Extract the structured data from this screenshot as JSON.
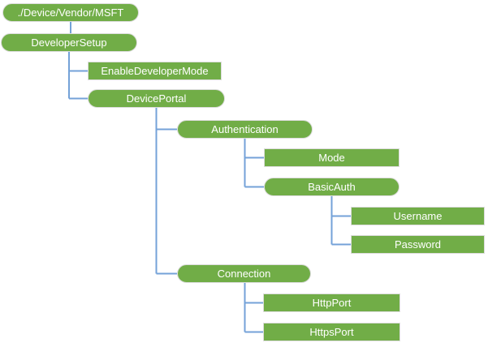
{
  "diagram": {
    "type": "tree",
    "description": "CSP node hierarchy tree diagram",
    "colors": {
      "node_fill": "#71ad47",
      "node_border": "#dcdcdc",
      "node_text": "#ffffff",
      "connector": "#74a2d8",
      "background": "#ffffff"
    },
    "nodes": {
      "msft": {
        "label": "./Device/Vendor/MSFT",
        "shape": "rounded",
        "parent": null
      },
      "devsetup": {
        "label": "DeveloperSetup",
        "shape": "rounded",
        "parent": "./Device/Vendor/MSFT"
      },
      "enabledev": {
        "label": "EnableDeveloperMode",
        "shape": "rectangle",
        "parent": "DeveloperSetup"
      },
      "devportal": {
        "label": "DevicePortal",
        "shape": "rounded",
        "parent": "DeveloperSetup"
      },
      "auth": {
        "label": "Authentication",
        "shape": "rounded",
        "parent": "DevicePortal"
      },
      "mode": {
        "label": "Mode",
        "shape": "rectangle",
        "parent": "Authentication"
      },
      "basicauth": {
        "label": "BasicAuth",
        "shape": "rounded",
        "parent": "Authentication"
      },
      "username": {
        "label": "Username",
        "shape": "rectangle",
        "parent": "BasicAuth"
      },
      "password": {
        "label": "Password",
        "shape": "rectangle",
        "parent": "BasicAuth"
      },
      "connection": {
        "label": "Connection",
        "shape": "rounded",
        "parent": "DevicePortal"
      },
      "httpport": {
        "label": "HttpPort",
        "shape": "rectangle",
        "parent": "Connection"
      },
      "httpsport": {
        "label": "HttpsPort",
        "shape": "rectangle",
        "parent": "Connection"
      }
    }
  }
}
